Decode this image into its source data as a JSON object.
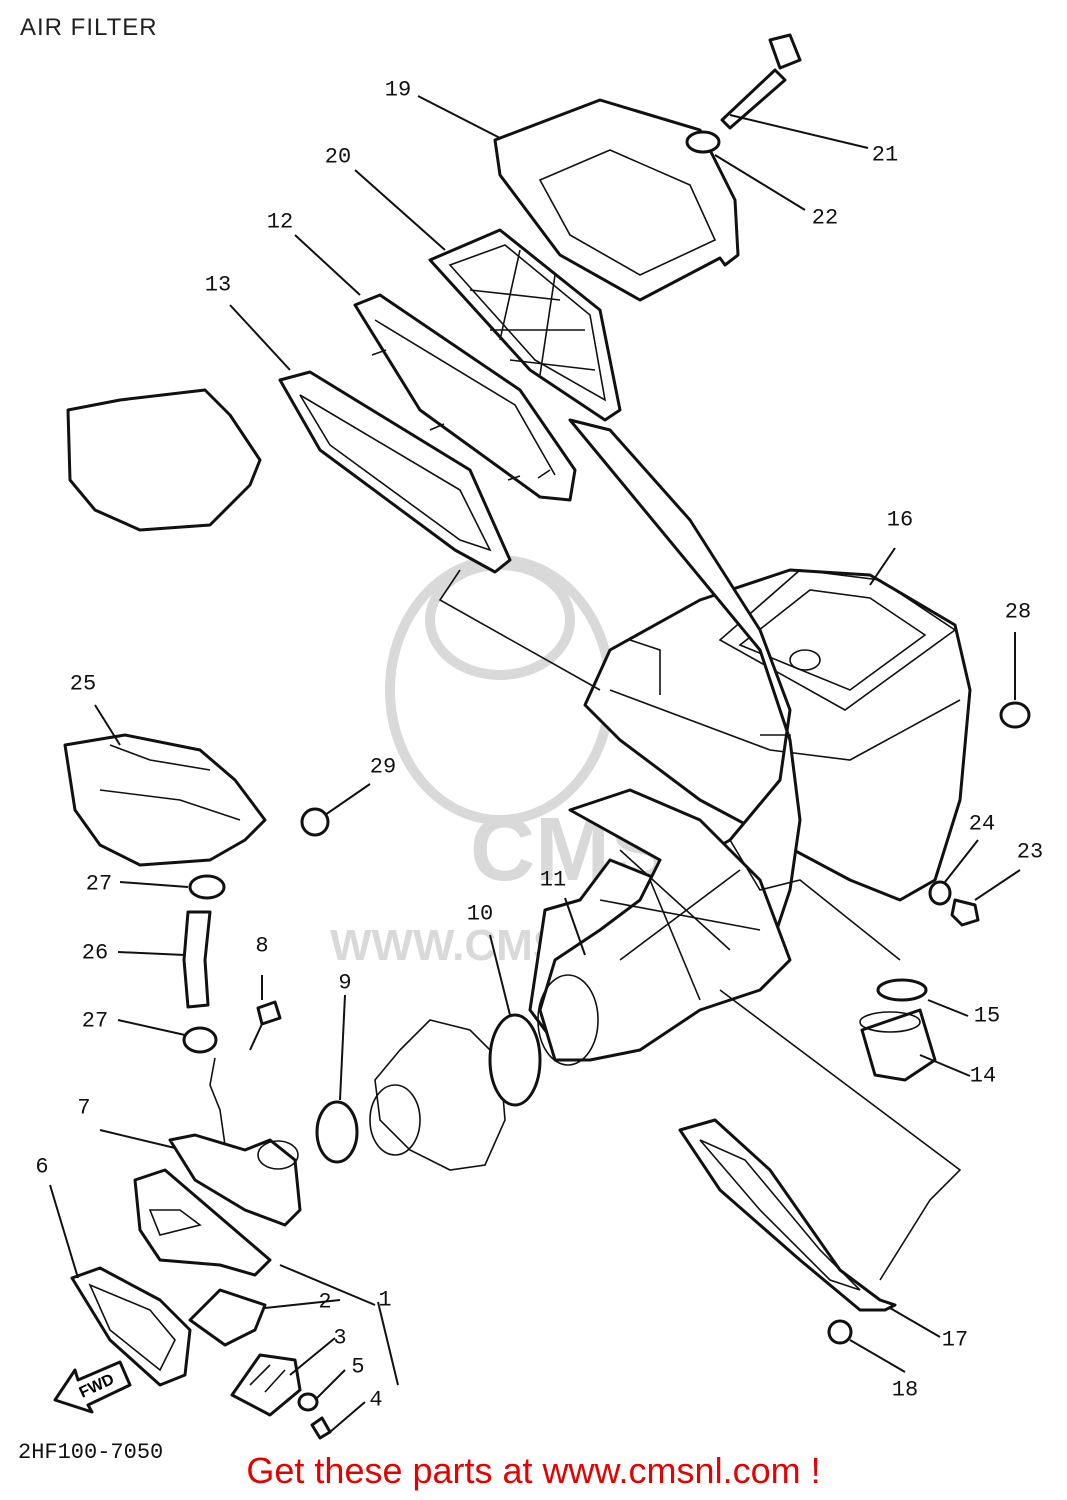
{
  "title": "AIR FILTER",
  "diagram_code": "2HF100-7050",
  "fwd_label": "FWD",
  "watermark": {
    "brand": "CMS",
    "url": "WWW.CMSNL.COM"
  },
  "cta": {
    "text": "Get these parts at www.cmsnl.com !"
  },
  "callouts": [
    {
      "id": "1",
      "label": "1"
    },
    {
      "id": "2",
      "label": "2"
    },
    {
      "id": "3",
      "label": "3"
    },
    {
      "id": "4",
      "label": "4"
    },
    {
      "id": "5",
      "label": "5"
    },
    {
      "id": "6",
      "label": "6"
    },
    {
      "id": "7",
      "label": "7"
    },
    {
      "id": "8",
      "label": "8"
    },
    {
      "id": "9",
      "label": "9"
    },
    {
      "id": "10",
      "label": "10"
    },
    {
      "id": "11",
      "label": "11"
    },
    {
      "id": "12",
      "label": "12"
    },
    {
      "id": "13",
      "label": "13"
    },
    {
      "id": "14",
      "label": "14"
    },
    {
      "id": "15",
      "label": "15"
    },
    {
      "id": "16",
      "label": "16"
    },
    {
      "id": "17",
      "label": "17"
    },
    {
      "id": "18",
      "label": "18"
    },
    {
      "id": "19",
      "label": "19"
    },
    {
      "id": "20",
      "label": "20"
    },
    {
      "id": "21",
      "label": "21"
    },
    {
      "id": "22",
      "label": "22"
    },
    {
      "id": "23",
      "label": "23"
    },
    {
      "id": "24",
      "label": "24"
    },
    {
      "id": "25",
      "label": "25"
    },
    {
      "id": "26",
      "label": "26"
    },
    {
      "id": "27a",
      "label": "27"
    },
    {
      "id": "27b",
      "label": "27"
    },
    {
      "id": "28",
      "label": "28"
    },
    {
      "id": "29",
      "label": "29"
    }
  ]
}
